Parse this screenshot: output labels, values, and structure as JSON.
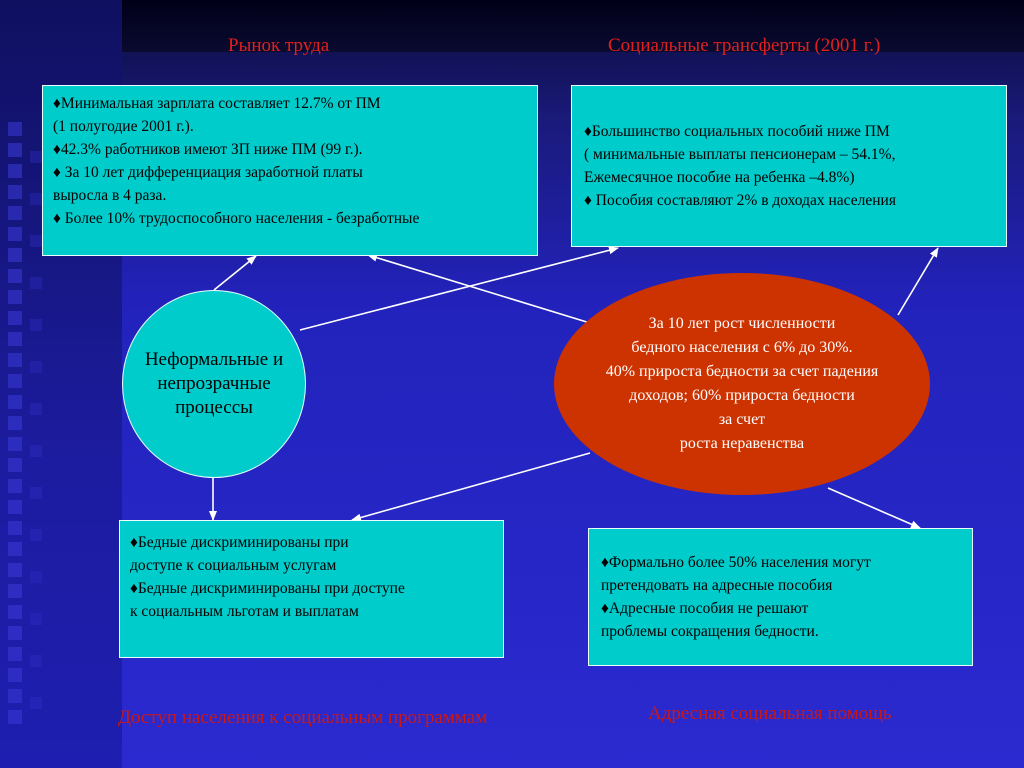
{
  "headings": {
    "labor_market": "Рынок труда",
    "social_transfers": "Социальные трансферты (2001 г.)",
    "access_programs": "Доступ населения к социальным программам",
    "targeted_assistance": "Адресная социальная помощь"
  },
  "labor_market_box": {
    "lines": [
      "♦Минимальная зарплата составляет 12.7% от ПМ",
      "(1 полугодие 2001 г.).",
      "♦42.3% работников имеют ЗП ниже ПМ (99 г.).",
      "♦ За 10 лет дифференциация заработной  платы",
      "выросла в 4  раза.",
      "♦ Более 10% трудоспособного населения - безработные"
    ]
  },
  "transfers_box": {
    "lines": [
      "♦Большинство социальных пособий ниже ПМ",
      " ( минимальные выплаты  пенсионерам – 54.1%,",
      "Ежемесячное пособие на ребенка –4.8%)",
      "♦ Пособия составляют 2% в доходах населения"
    ]
  },
  "informal_circle": {
    "lines": [
      "Неформальные и",
      "непрозрачные",
      "процессы"
    ]
  },
  "poverty_oval": {
    "lines": [
      "За 10 лет рост численности",
      "бедного  населения с 6% до  30%.",
      "40% прироста бедности за счет падения",
      "доходов; 60% прироста бедности",
      "за счет",
      "роста неравенства"
    ]
  },
  "access_box": {
    "lines": [
      "♦Бедные дискриминированы при",
      "доступе к социальным услугам",
      "♦Бедные дискриминированы при  доступе",
      "к социальным льготам и выплатам"
    ]
  },
  "targeted_box": {
    "lines": [
      "♦Формально более 50% населения могут",
      "  претендовать на адресные пособия",
      "♦Адресные пособия не решают",
      " проблемы сокращения бедности."
    ]
  },
  "colors": {
    "box_fill": "#00cccc",
    "oval_fill": "#cc3300",
    "heading_text": "#e0201c",
    "arrow": "#ffffff"
  }
}
